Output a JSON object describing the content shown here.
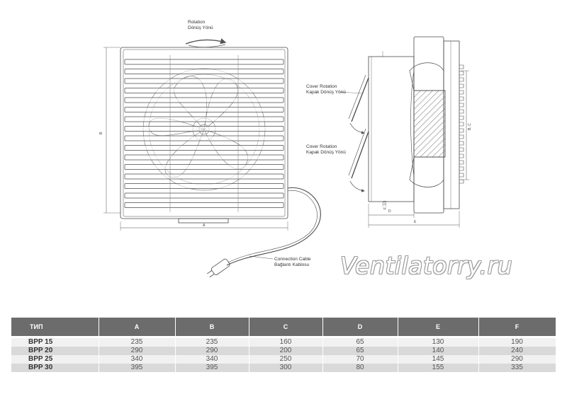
{
  "labels": {
    "rotation": "Rotation",
    "rotation_tr": "Dönüş Yönü",
    "cover_rotation": "Cover Rotation",
    "cover_rotation_tr": "Kapak Dönüş Yönü",
    "connection_cable": "Connection Cable",
    "connection_cable_tr": "Bağlantı Kablosu",
    "dim_a": "A",
    "dim_b": "B",
    "dim_c": "B, C",
    "dim_d": "D",
    "dim_e": "E",
    "dim_f": "F, ∅2"
  },
  "watermark": "Ventilatorry.ru",
  "table": {
    "headers": [
      "ТИП",
      "A",
      "B",
      "C",
      "D",
      "E",
      "F"
    ],
    "rows": [
      [
        "BPP 15",
        "235",
        "235",
        "160",
        "65",
        "130",
        "190"
      ],
      [
        "BPP 20",
        "290",
        "290",
        "200",
        "65",
        "140",
        "240"
      ],
      [
        "BPP 25",
        "340",
        "340",
        "250",
        "70",
        "145",
        "290"
      ],
      [
        "BPP 30",
        "395",
        "395",
        "300",
        "80",
        "155",
        "335"
      ]
    ]
  },
  "colors": {
    "line": "#4a4a4a",
    "header_bg": "#6c6c6c",
    "row_light": "#f1f1f1",
    "row_dark": "#d9d9d9"
  }
}
